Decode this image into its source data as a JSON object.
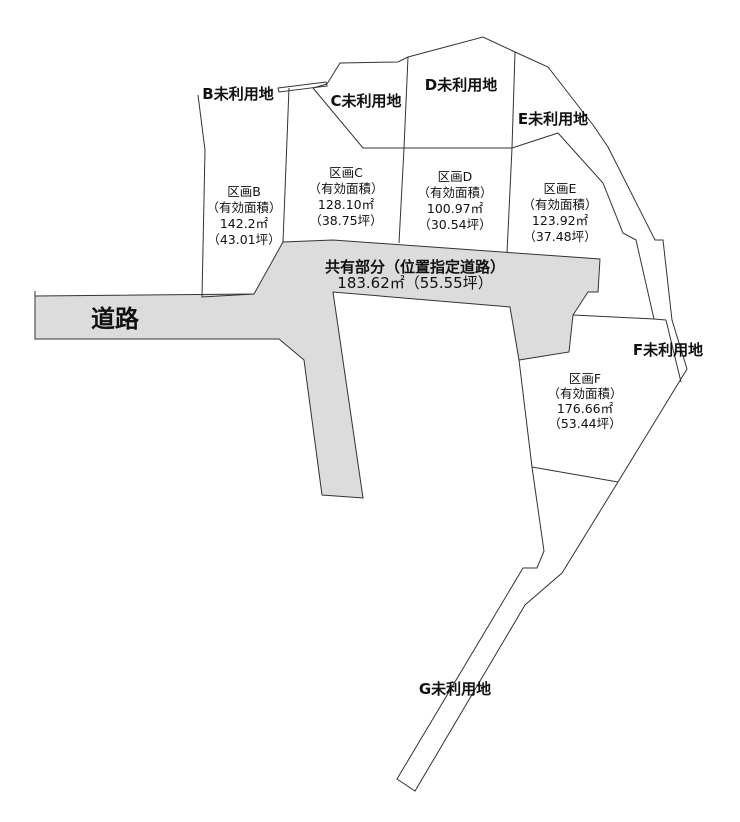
{
  "unused_land": {
    "b": "B未利用地",
    "c": "C未利用地",
    "d": "D未利用地",
    "e": "E未利用地",
    "f": "F未利用地",
    "g": "G未利用地"
  },
  "parcels": {
    "b": {
      "name": "区画B",
      "label": "（有効面積）",
      "area_m2": "142.2㎡",
      "area_tsubo": "（43.01坪）"
    },
    "c": {
      "name": "区画C",
      "label": "（有効面積）",
      "area_m2": "128.10㎡",
      "area_tsubo": "（38.75坪）"
    },
    "d": {
      "name": "区画D",
      "label": "（有効面積）",
      "area_m2": "100.97㎡",
      "area_tsubo": "（30.54坪）"
    },
    "e": {
      "name": "区画E",
      "label": "（有効面積）",
      "area_m2": "123.92㎡",
      "area_tsubo": "（37.48坪）"
    },
    "f": {
      "name": "区画F",
      "label": "（有効面積）",
      "area_m2": "176.66㎡",
      "area_tsubo": "（53.44坪）"
    }
  },
  "common_area": {
    "title": "共有部分（位置指定道路）",
    "area": "183.62㎡（55.55坪）"
  },
  "road_label": "道路",
  "colors": {
    "shaded": "#dcdcdc",
    "line": "#333333"
  }
}
